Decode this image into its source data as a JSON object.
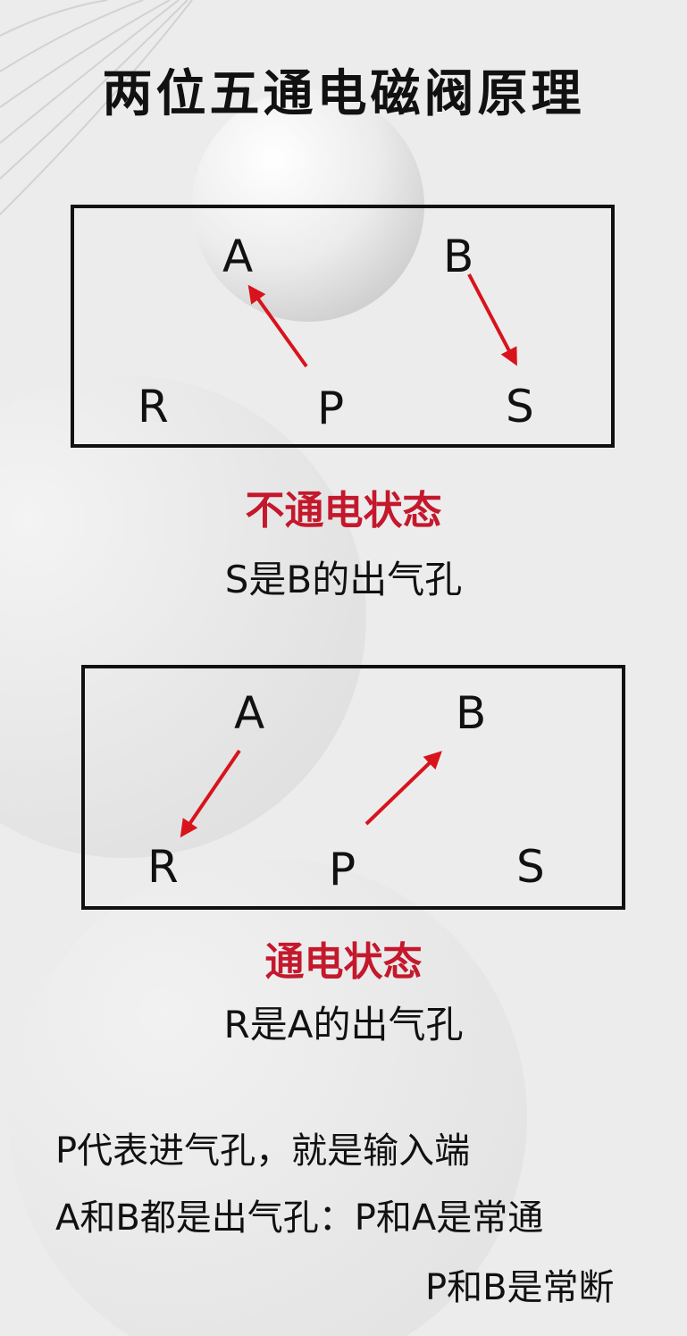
{
  "title": "两位五通电磁阀原理",
  "diagram1": {
    "ports": {
      "A": "A",
      "B": "B",
      "R": "R",
      "P": "P",
      "S": "S"
    },
    "state_label": "不通电状态",
    "note": "S是B的出气孔"
  },
  "diagram2": {
    "ports": {
      "A": "A",
      "B": "B",
      "R": "R",
      "P": "P",
      "S": "S"
    },
    "state_label": "通电状态",
    "note": "R是A的出气孔"
  },
  "description": {
    "line1": "P代表进气孔，就是输入端",
    "line2": "A和B都是出气孔：P和A是常通",
    "line3": "P和B是常断"
  },
  "colors": {
    "arrow": "#d8131c",
    "state_text": "#c4182c",
    "background": "#ededed"
  }
}
